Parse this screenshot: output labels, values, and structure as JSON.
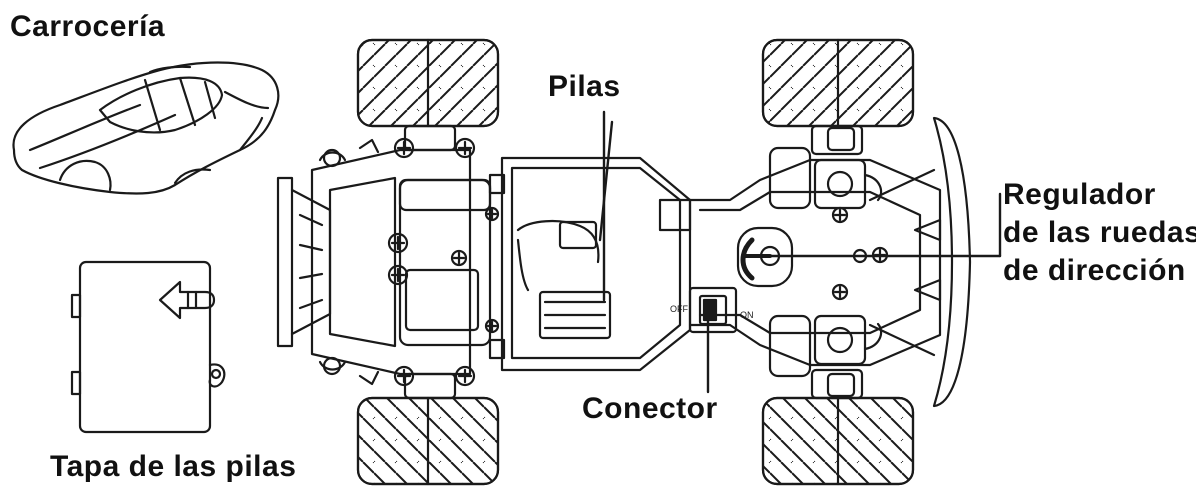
{
  "labels": {
    "body": "Carrocería",
    "battery_cover": "Tapa de las pilas",
    "batteries": "Pilas",
    "connector": "Conector",
    "steering_regulator": [
      "Regulador",
      "de las ruedas",
      "de dirección"
    ],
    "switch_off": "OFF",
    "switch_on": "ON"
  },
  "colors": {
    "line": "#1a1a1a",
    "text": "#111111",
    "background": "#ffffff"
  }
}
